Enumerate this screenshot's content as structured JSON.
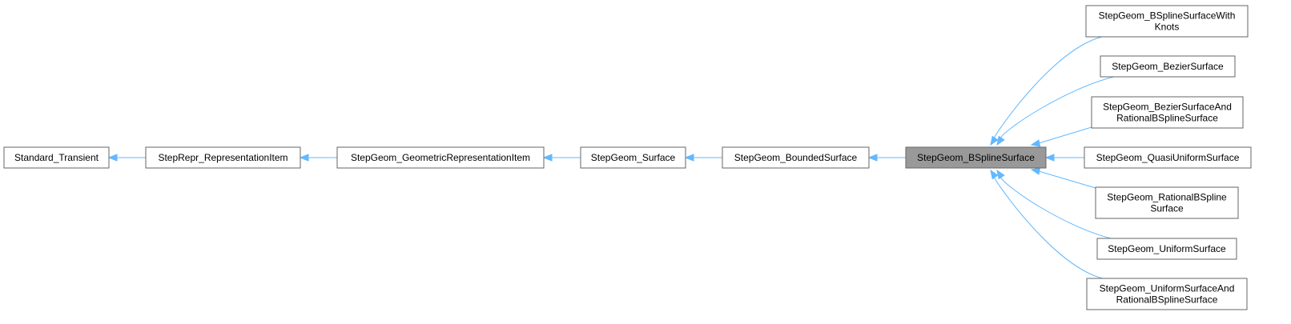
{
  "diagram": {
    "ancestors": [
      {
        "id": "standard-transient",
        "label": "Standard_Transient"
      },
      {
        "id": "steprepr-representationitem",
        "label": "StepRepr_RepresentationItem"
      },
      {
        "id": "stepgeom-geometricrepresentationitem",
        "label": "StepGeom_GeometricRepresentationItem"
      },
      {
        "id": "stepgeom-surface",
        "label": "StepGeom_Surface"
      },
      {
        "id": "stepgeom-boundedsurface",
        "label": "StepGeom_BoundedSurface"
      }
    ],
    "current": {
      "id": "stepgeom-bsplinesurface",
      "label": "StepGeom_BSplineSurface"
    },
    "descendants": [
      {
        "id": "stepgeom-bsplinesurfacewithknots",
        "lines": [
          "StepGeom_BSplineSurfaceWith",
          "Knots"
        ]
      },
      {
        "id": "stepgeom-beziersurface",
        "lines": [
          "StepGeom_BezierSurface"
        ]
      },
      {
        "id": "stepgeom-beziersurfaceandrationalbsplinesurface",
        "lines": [
          "StepGeom_BezierSurfaceAnd",
          "RationalBSplineSurface"
        ]
      },
      {
        "id": "stepgeom-quasiuniformsurface",
        "lines": [
          "StepGeom_QuasiUniformSurface"
        ]
      },
      {
        "id": "stepgeom-rationalbsplinesurface",
        "lines": [
          "StepGeom_RationalBSpline",
          "Surface"
        ]
      },
      {
        "id": "stepgeom-uniformsurface",
        "lines": [
          "StepGeom_UniformSurface"
        ]
      },
      {
        "id": "stepgeom-uniformsurfaceandrationalbsplinesurface",
        "lines": [
          "StepGeom_UniformSurfaceAnd",
          "RationalBSplineSurface"
        ]
      }
    ],
    "colors": {
      "edge": "#63b8ff",
      "node_border": "#666666",
      "node_fill": "#ffffff",
      "current_fill": "#999999"
    }
  }
}
